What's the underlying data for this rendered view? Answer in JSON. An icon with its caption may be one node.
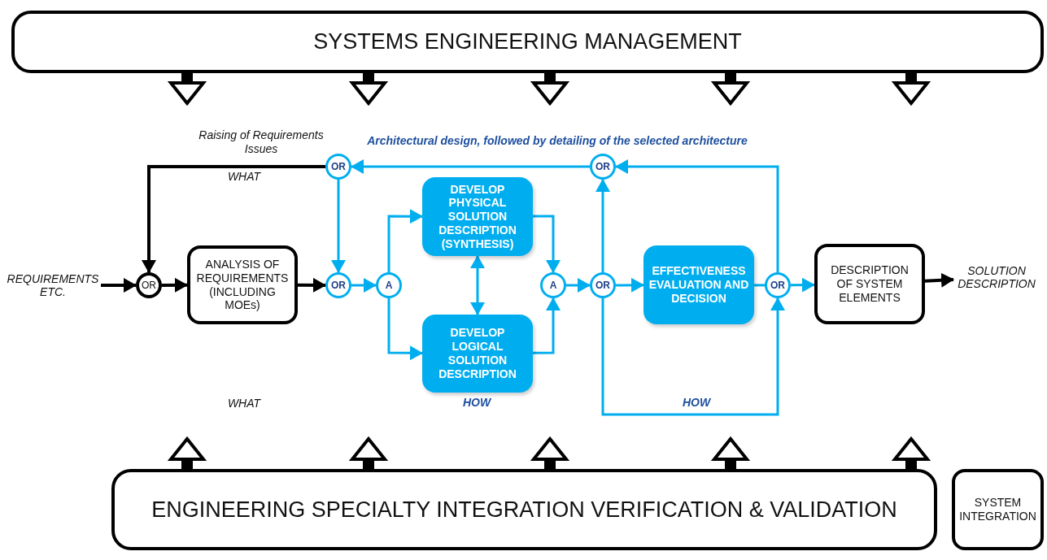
{
  "diagram": {
    "nodes": [
      {
        "text": [
          "SYSTEMS ENGINEERING MANAGEMENT"
        ]
      },
      {
        "text": [
          "ENGINEERING SPECIALTY INTEGRATION VERIFICATION & VALIDATION"
        ]
      },
      {
        "text": [
          "SYSTEM INTEGRATION"
        ]
      },
      {
        "text": [
          "REQUIREMENTS ETC."
        ]
      },
      {
        "text": [
          "OR"
        ]
      },
      {
        "text": [
          "ANALYSIS OF REQUIREMENTS (INCLUDING MOEs)"
        ]
      },
      {
        "text": [
          "OR"
        ]
      },
      {
        "text": [
          "A"
        ]
      },
      {
        "text": [
          "DEVELOP PHYSICAL SOLUTION DESCRIPTION (SYNTHESIS)"
        ]
      },
      {
        "text": [
          "DEVELOP LOGICAL SOLUTION DESCRIPTION"
        ]
      },
      {
        "text": [
          "A"
        ]
      },
      {
        "text": [
          "OR"
        ]
      },
      {
        "text": [
          "EFFECTIVENESS EVALUATION AND DECISION"
        ]
      },
      {
        "text": [
          "OR"
        ]
      },
      {
        "text": [
          "DESCRIPTION OF SYSTEM ELEMENTS"
        ]
      },
      {
        "text": [
          "SOLUTION DESCRIPTION"
        ]
      },
      {
        "text": [
          "OR"
        ]
      },
      {
        "text": [
          "OR"
        ]
      }
    ],
    "edges": [
      {
        "from": 3,
        "to": 4,
        "arrow": "to",
        "color": "#000000"
      },
      {
        "from": 4,
        "to": 5,
        "arrow": "to",
        "color": "#000000"
      },
      {
        "from": 5,
        "to": 6,
        "arrow": "to",
        "color": "#000000"
      },
      {
        "from": 6,
        "to": 7,
        "arrow": "to"
      },
      {
        "from": 7,
        "to": 8,
        "arrow": "to"
      },
      {
        "from": 7,
        "to": 9,
        "arrow": "to"
      },
      {
        "from": 8,
        "to": 9,
        "arrow": "both"
      },
      {
        "from": 8,
        "to": 10,
        "arrow": "to"
      },
      {
        "from": 9,
        "to": 10,
        "arrow": "to"
      },
      {
        "from": 10,
        "to": 11,
        "arrow": "to"
      },
      {
        "from": 11,
        "to": 12,
        "arrow": "to"
      },
      {
        "from": 12,
        "to": 13,
        "arrow": "none"
      },
      {
        "from": 13,
        "to": 14,
        "arrow": "to"
      },
      {
        "from": 14,
        "to": 15,
        "arrow": "to",
        "color": "#000000"
      },
      {
        "from": 11,
        "to": 17,
        "arrow": "to"
      },
      {
        "from": 13,
        "to": 17,
        "arrow": "to"
      },
      {
        "from": 17,
        "to": 16,
        "arrow": "to"
      },
      {
        "from": 16,
        "to": 6,
        "arrow": "to"
      },
      {
        "from": 16,
        "to": 4,
        "arrow": "to",
        "color": "#000000"
      },
      {
        "from": 11,
        "to": 13,
        "arrow": "to"
      }
    ],
    "labels": [
      "Raising of Requirements Issues",
      "Architectural design, followed by detailing of the selected architecture",
      "WHAT",
      "WHAT",
      "HOW",
      "HOW"
    ]
  }
}
